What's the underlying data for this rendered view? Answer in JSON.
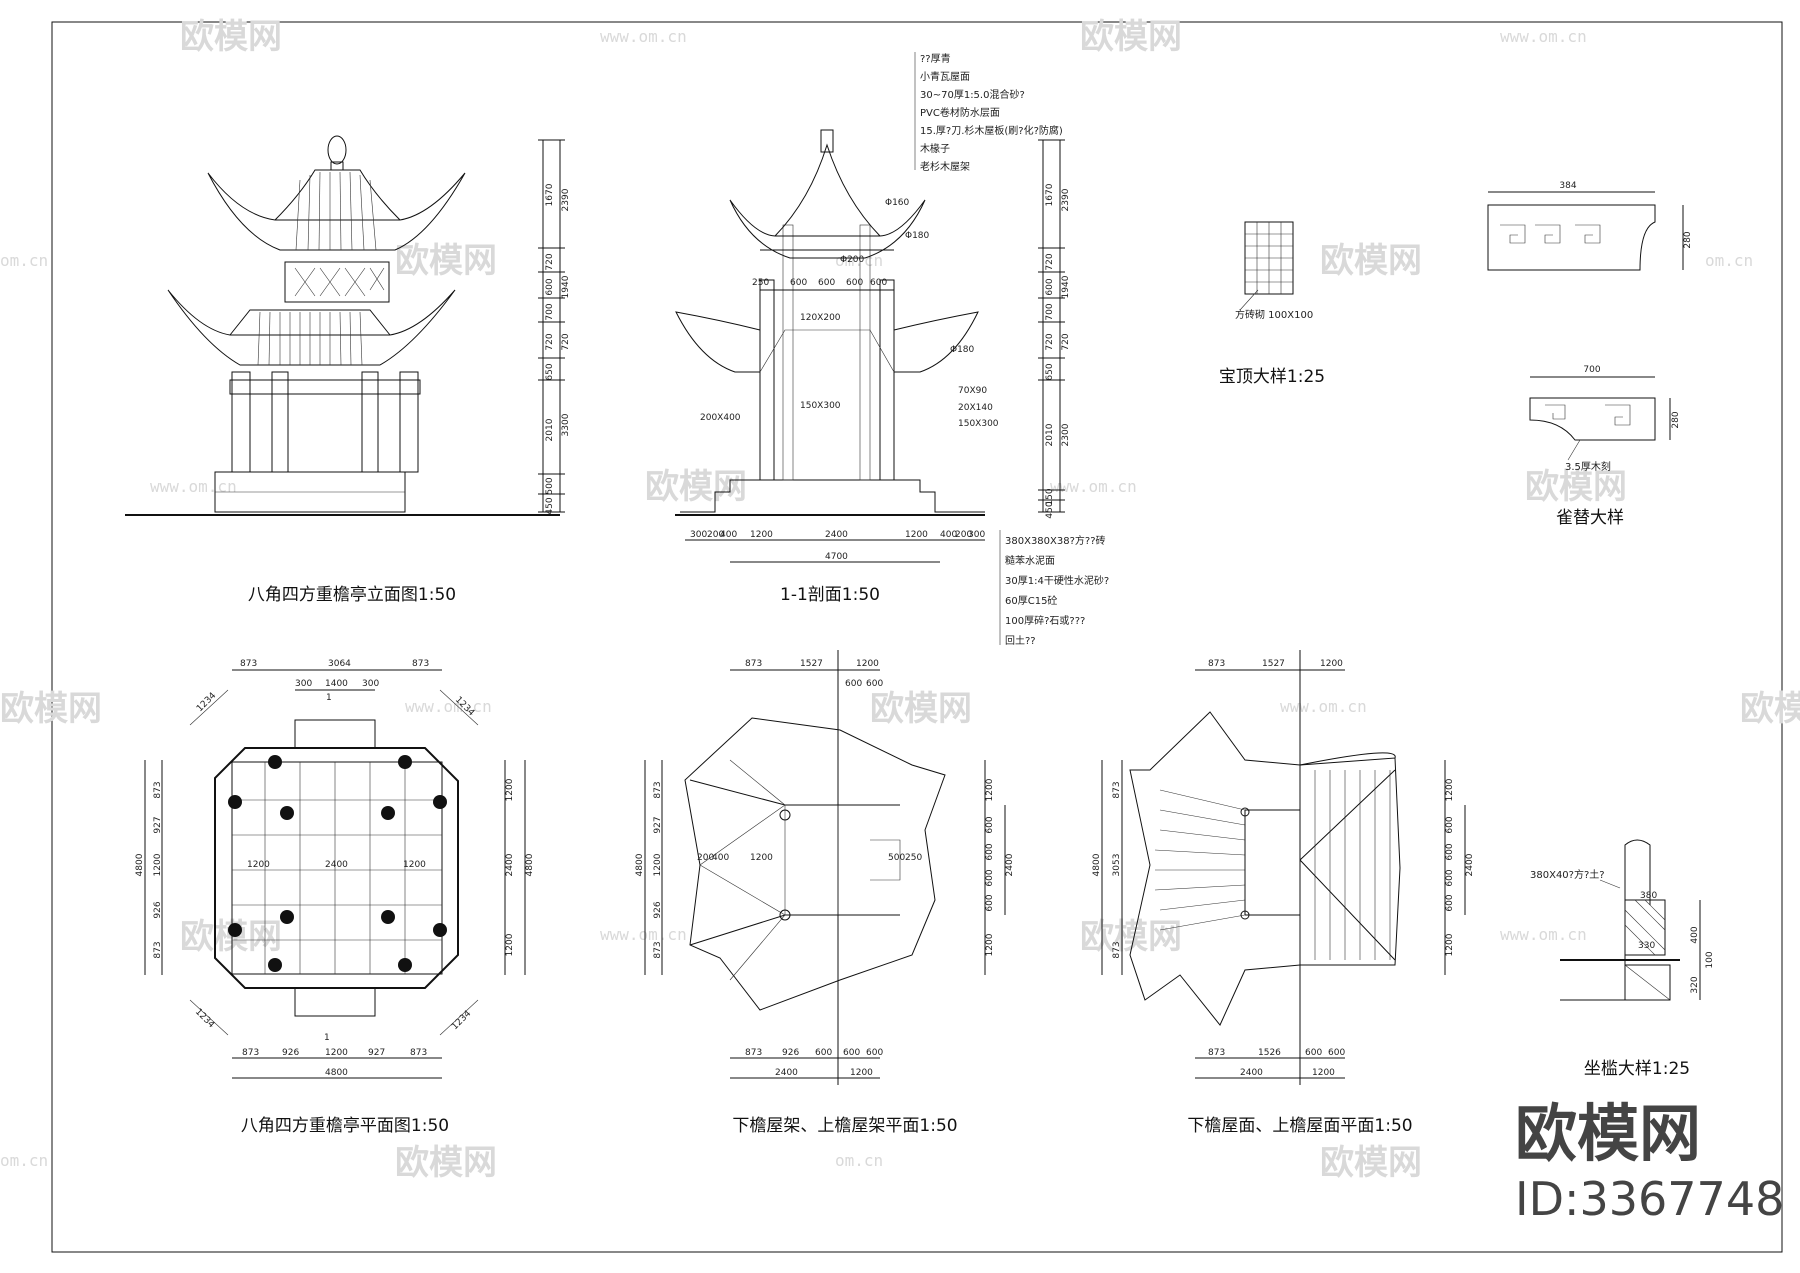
{
  "watermark": {
    "brand": "欧模网",
    "url": "www.om.cn",
    "url_short": "om.cn"
  },
  "branding": {
    "logo": "欧模网",
    "id": "ID:3367748"
  },
  "captions": {
    "elevation": "八角四方重檐亭立面图1:50",
    "section": "1-1剖面1:50",
    "finial": "宝顶大样1:25",
    "bracket": "雀替大样",
    "plan": "八角四方重檐亭平面图1:50",
    "roof_frame": "下檐屋架、上檐屋架平面1:50",
    "roof_surface": "下檐屋面、上檐屋面平面1:50",
    "bench": "坐槛大样1:25"
  },
  "elevation_dims": [
    "1670",
    "720",
    "600",
    "700",
    "720",
    "650",
    "2010",
    "500",
    "450"
  ],
  "elevation_dims_total": [
    "2390",
    "1940",
    "720",
    "3300"
  ],
  "section_dims": [
    "1670",
    "720",
    "600",
    "700",
    "720",
    "650",
    "2010",
    "150",
    "450"
  ],
  "section_dims_total": [
    "2390",
    "1940",
    "720",
    "2300"
  ],
  "section_notes": [
    "??厚青",
    "小青瓦屋面",
    "30~70厚1:5.0混合砂?",
    "PVC卷材防水层面",
    "15.厚?刀.杉木屋板(刷?化?防腐)",
    "木椽子",
    "老杉木屋架"
  ],
  "section_members": [
    "Φ160",
    "Φ180",
    "Φ180",
    "Φ200",
    "120X200",
    "150X300",
    "200X400",
    "70X90",
    "20X140",
    "150X300"
  ],
  "section_row_dims": [
    "250",
    "600",
    "600",
    "600",
    "600"
  ],
  "section_base_dims": [
    "300",
    "200",
    "400",
    "1200",
    "2400",
    "1200",
    "400",
    "200",
    "300"
  ],
  "section_base_total": "4700",
  "floor_notes": [
    "380X380X38?方??砖",
    "糙苯水泥面",
    "30厚1:4干硬性水泥砂?",
    "60厚C15砼",
    "100厚碎?石或???",
    "回土??"
  ],
  "finial_note": "方砖砌 100X100",
  "bracket_dims": [
    "384",
    "280",
    "700",
    "280"
  ],
  "bracket_note": "3.5厚木刻",
  "plan_top_dims": [
    "873",
    "3064",
    "873"
  ],
  "plan_inner_dims": [
    "300",
    "1400",
    "300"
  ],
  "plan_left_dims": [
    "873",
    "927",
    "1200",
    "926",
    "873"
  ],
  "plan_left_total": "4800",
  "plan_right_dims": [
    "1200",
    "2400",
    "1200"
  ],
  "plan_right_total": "4800",
  "plan_mid_dims": [
    "1200",
    "2400",
    "1200"
  ],
  "plan_bottom_dims": [
    "873",
    "926",
    "1200",
    "927",
    "873"
  ],
  "plan_bottom_total": "4800",
  "plan_diag": [
    "1234",
    "1234",
    "1234",
    "1234"
  ],
  "plan_section_mark": "1",
  "frame_top_dims": [
    "873",
    "1527",
    "1200"
  ],
  "frame_top_small": [
    "600",
    "600"
  ],
  "frame_left_dims": [
    "873",
    "927",
    "1200",
    "926",
    "873"
  ],
  "frame_left_total": "4800",
  "frame_right_dims": [
    "1200",
    "600",
    "600",
    "600",
    "600",
    "1200"
  ],
  "frame_right_total": "2400",
  "frame_bottom_dims": [
    "873",
    "926",
    "600",
    "600",
    "600"
  ],
  "frame_bottom_total": [
    "2400",
    "1200"
  ],
  "frame_inner": [
    "200",
    "400",
    "1200",
    "500",
    "250"
  ],
  "surface_top_dims": [
    "873",
    "1527",
    "1200"
  ],
  "surface_left_dims": [
    "873",
    "3053",
    "873"
  ],
  "surface_left_total": "4800",
  "surface_right_dims": [
    "1200",
    "600",
    "600",
    "600",
    "600",
    "1200"
  ],
  "surface_right_total": "2400",
  "surface_bottom_dims": [
    "873",
    "1526",
    "600",
    "600"
  ],
  "surface_bottom_total": [
    "2400",
    "1200"
  ],
  "bench_note": "380X40?方?土?",
  "bench_dims": [
    "380",
    "330",
    "400",
    "100",
    "320"
  ]
}
